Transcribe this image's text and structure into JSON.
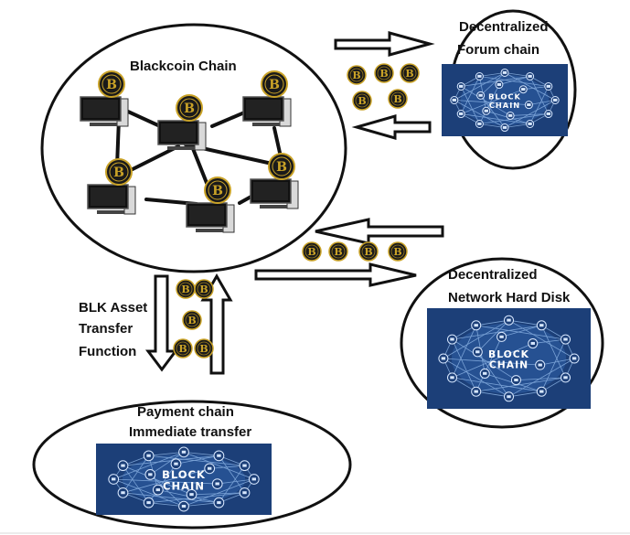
{
  "main_chain": {
    "title": "Blackcoin Chain",
    "node_symbol": "B"
  },
  "forum_chain": {
    "title_line1": "Decentralized",
    "title_line2": "Forum chain",
    "image_text_1": "BLOCK",
    "image_text_2": "CHAIN"
  },
  "disk_chain": {
    "title_line1": "Decentralized",
    "title_line2": "Network Hard Disk",
    "image_text_1": "BLOCK",
    "image_text_2": "CHAIN"
  },
  "payment_chain": {
    "title_line1": "Payment chain",
    "title_line2": "Immediate transfer",
    "image_text_1": "BLOCK",
    "image_text_2": "CHAIN"
  },
  "transfer": {
    "line1": "BLK Asset",
    "line2": "Transfer",
    "line3": "Function"
  },
  "coin_symbol": "B",
  "colors": {
    "ink": "#111111",
    "coin_gold": "#c9a227",
    "coin_dark": "#1a1a1a",
    "blockchain_bg": "#1c3f78",
    "blockchain_line": "#8fb7e8"
  }
}
